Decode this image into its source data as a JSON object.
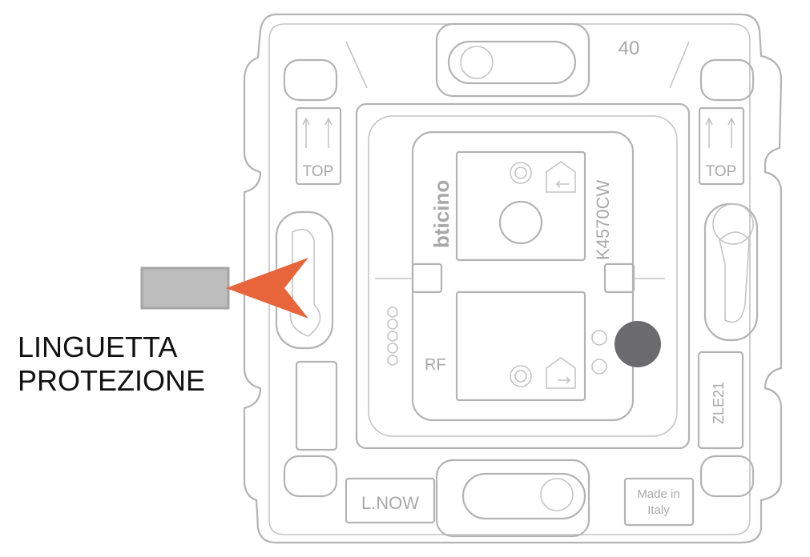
{
  "device": {
    "module_number": "40",
    "top_left": "TOP",
    "top_right": "TOP",
    "brand": "bticino",
    "model": "K4570CW",
    "rf_label": "RF",
    "side_code": "ZLE21",
    "series": "L.NOW",
    "origin_line1": "Made in",
    "origin_line2": "Italy"
  },
  "callout": {
    "line1": "LINGUETTA",
    "line2": "PROTEZIONE",
    "arrow_color": "#e8643a",
    "tab_color": "#bdbdbd",
    "indicator_color": "#6b6b6e"
  }
}
